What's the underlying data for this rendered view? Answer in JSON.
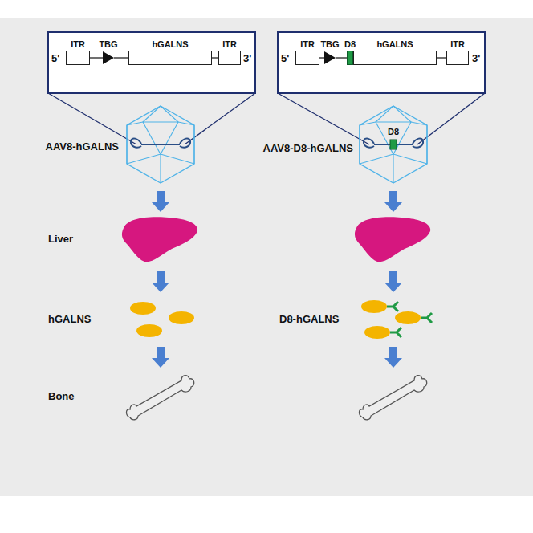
{
  "diagram": {
    "nodes": [
      {
        "text": [
          "ITR"
        ]
      },
      {
        "text": [
          "TBG"
        ]
      },
      {
        "text": [
          "hGALNS"
        ]
      },
      {
        "text": [
          "ITR"
        ]
      },
      {
        "text": [
          "ITR"
        ]
      },
      {
        "text": [
          "TBG"
        ]
      },
      {
        "text": [
          "D8"
        ]
      },
      {
        "text": [
          "hGALNS"
        ]
      },
      {
        "text": [
          "ITR"
        ]
      }
    ],
    "edges": [
      {
        "from": 0,
        "to": 1,
        "arrow": "none"
      },
      {
        "from": 1,
        "to": 2,
        "arrow": "none"
      },
      {
        "from": 2,
        "to": 3,
        "arrow": "none"
      },
      {
        "from": 4,
        "to": 5,
        "arrow": "none"
      },
      {
        "from": 5,
        "to": 6,
        "arrow": "none"
      },
      {
        "from": 6,
        "to": 7,
        "arrow": "none"
      },
      {
        "from": 7,
        "to": 8,
        "arrow": "none"
      }
    ],
    "labels": [
      "5'",
      "3'",
      "5'",
      "3'",
      "AAV8-hGALNS",
      "AAV8-D8-hGALNS",
      "D8",
      "Liver",
      "hGALNS",
      "Bone",
      "D8-hGALNS"
    ]
  }
}
